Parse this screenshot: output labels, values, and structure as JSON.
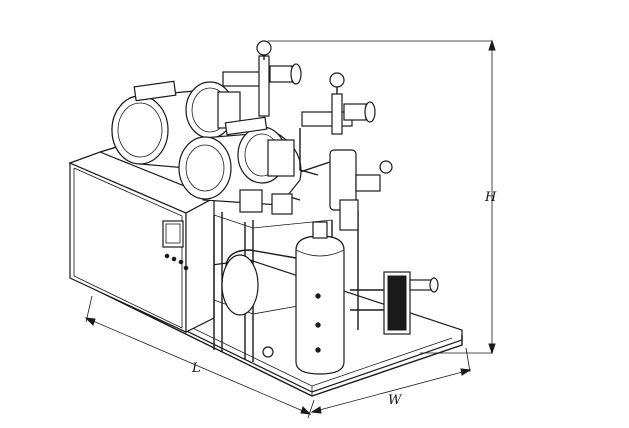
{
  "diagram": {
    "dimension_labels": {
      "length": "L",
      "width": "W",
      "height": "H"
    }
  }
}
